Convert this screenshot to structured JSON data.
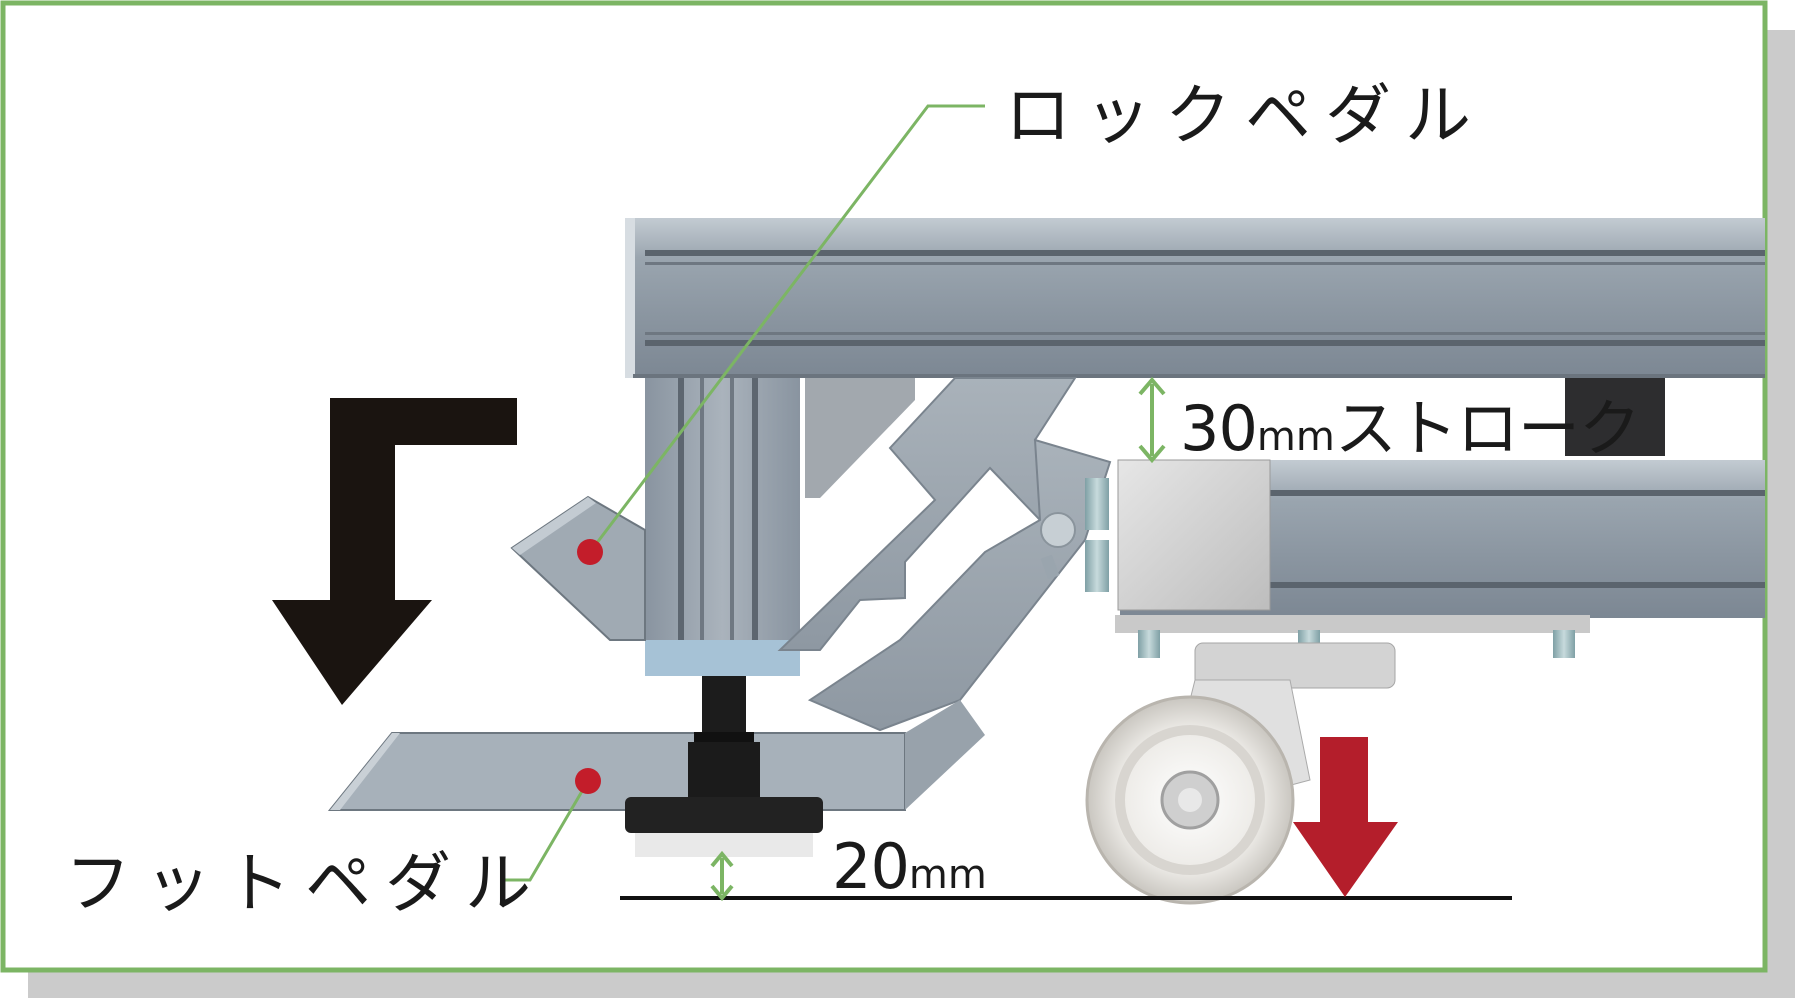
{
  "labels": {
    "lock_pedal": "ロックペダル",
    "foot_pedal": "フットペダル"
  },
  "dimensions": {
    "stroke_value": "30",
    "stroke_unit": "mm",
    "stroke_suffix": "ストローク",
    "floor_value": "20",
    "floor_unit": "mm"
  },
  "colors": {
    "frame_border": "#7cb564",
    "shadow": "#c9c9c9",
    "aluminum": "#99a4ae",
    "leader_line": "#7cb564",
    "marker_dot": "#c31d2a",
    "action_arrow_black": "#1a1410",
    "action_arrow_red": "#b41e2b"
  }
}
